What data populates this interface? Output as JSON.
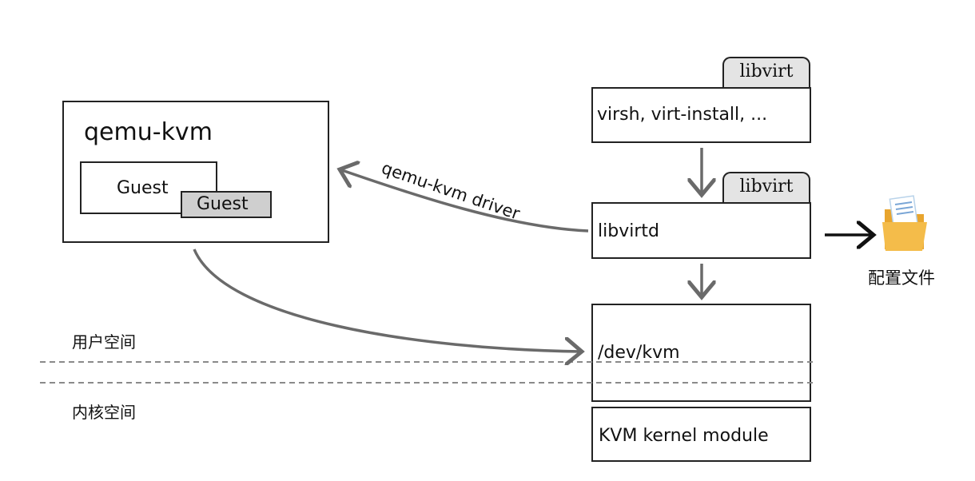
{
  "qemu": {
    "title": "qemu-kvm",
    "guest_back": "Guest",
    "guest_front": "Guest"
  },
  "libvirt_tools": {
    "tab": "libvirt",
    "label": "virsh, virt-install, ..."
  },
  "libvirtd": {
    "tab": "libvirt",
    "label": "libvirtd"
  },
  "driver_label": "qemu-kvm driver",
  "config": {
    "label": "配置文件",
    "icon": "folder-document-icon"
  },
  "dev_kvm": {
    "label": "/dev/kvm"
  },
  "kvm_module": {
    "label": "KVM kernel module"
  },
  "space": {
    "user": "用户空间",
    "kernel": "内核空间"
  },
  "colors": {
    "line": "#222222",
    "arrow": "#6a6a6a",
    "tab_fill": "#e4e4e4",
    "guest_front_fill": "#cfcfcf",
    "folder": "#f2b33d"
  }
}
